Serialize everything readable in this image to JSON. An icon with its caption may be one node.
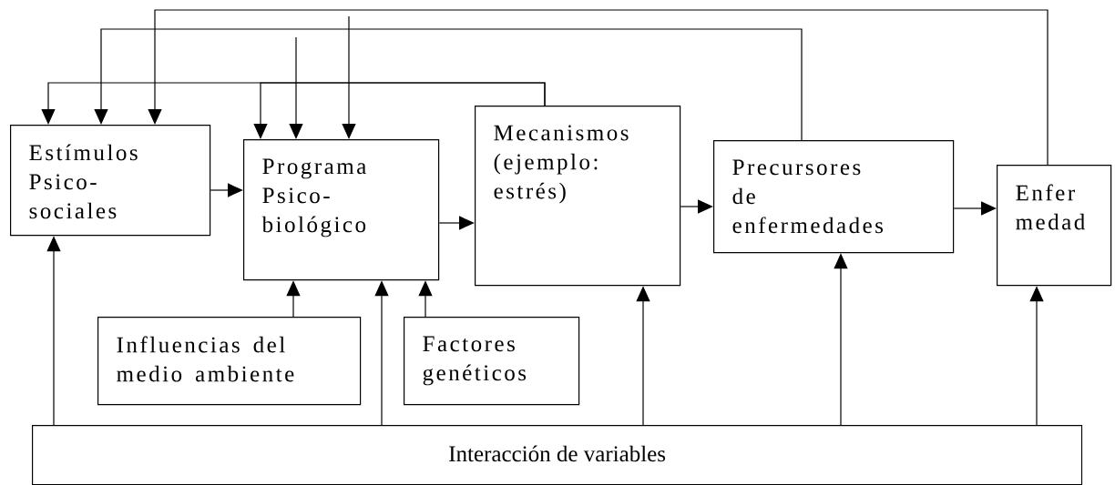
{
  "diagram": {
    "nodes": [
      {
        "text": [
          "Estímulos Psico- sociales"
        ]
      },
      {
        "text": [
          "Programa Psico- biológico"
        ]
      },
      {
        "text": [
          "Mecanismos (ejemplo: estrés)"
        ]
      },
      {
        "text": [
          "Precursores de enfermedades"
        ]
      },
      {
        "text": [
          "Enfer medad"
        ]
      },
      {
        "text": [
          "Influencias del medio ambiente"
        ]
      },
      {
        "text": [
          "Factores genéticos"
        ]
      },
      {
        "text": [
          "Interacción de variables"
        ]
      }
    ],
    "edges": [
      {
        "from": 0,
        "to": 1,
        "arrow": "to"
      },
      {
        "from": 1,
        "to": 2,
        "arrow": "to"
      },
      {
        "from": 2,
        "to": 3,
        "arrow": "to"
      },
      {
        "from": 3,
        "to": 4,
        "arrow": "to"
      },
      {
        "from": 5,
        "to": 1,
        "arrow": "to"
      },
      {
        "from": 6,
        "to": 1,
        "arrow": "to"
      },
      {
        "from": 7,
        "to": 0,
        "arrow": "to"
      },
      {
        "from": 7,
        "to": 1,
        "arrow": "to"
      },
      {
        "from": 7,
        "to": 2,
        "arrow": "to"
      },
      {
        "from": 7,
        "to": 3,
        "arrow": "to"
      },
      {
        "from": 7,
        "to": 4,
        "arrow": "to"
      },
      {
        "from": 2,
        "to": 0,
        "arrow": "to"
      },
      {
        "from": 2,
        "to": 1,
        "arrow": "to"
      },
      {
        "from": 3,
        "to": 0,
        "arrow": "to"
      },
      {
        "from": 4,
        "to": 0,
        "arrow": "to"
      },
      {
        "from": null,
        "to": 1,
        "arrow": "to"
      },
      {
        "from": null,
        "to": 1,
        "arrow": "to"
      }
    ]
  }
}
